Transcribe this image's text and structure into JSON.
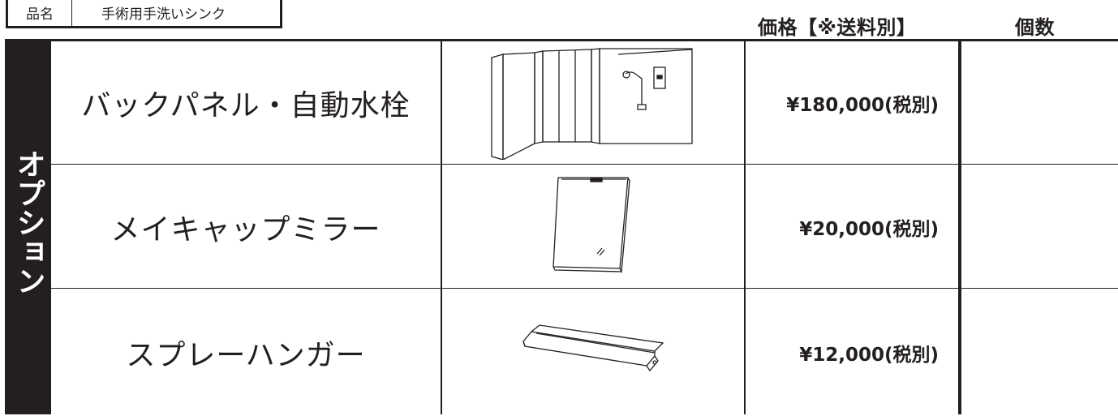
{
  "header": {
    "product_label": "品名",
    "product_name": "手術用手洗いシンク",
    "price_header": "価格【※送料別】",
    "quantity_header": "個数"
  },
  "section_label": "オプション",
  "options": [
    {
      "name": "バックパネル・自動水栓",
      "price": "¥180,000(税別)",
      "quantity": "",
      "image": "back-panel-faucet"
    },
    {
      "name": "メイキャップミラー",
      "price": "¥20,000(税別)",
      "quantity": "",
      "image": "makeup-mirror"
    },
    {
      "name": "スプレーハンガー",
      "price": "¥12,000(税別)",
      "quantity": "",
      "image": "spray-hanger"
    }
  ]
}
